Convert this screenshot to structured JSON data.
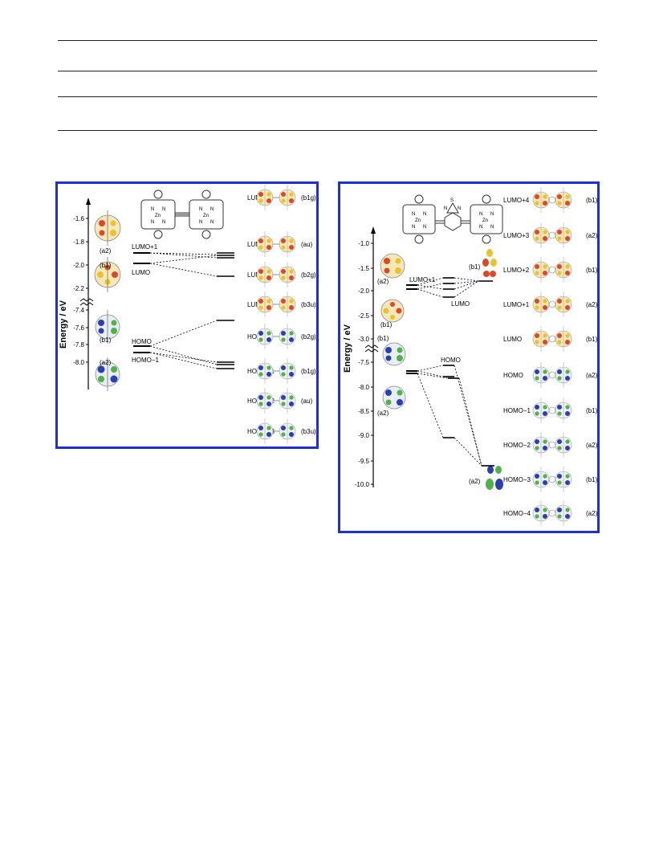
{
  "panel_a": {
    "axis_title": "Energy / eV",
    "tick_labels": [
      "-1.6",
      "-1.8",
      "-2.0",
      "-2.2",
      "-7.4",
      "-7.6",
      "-7.8",
      "-8.0"
    ],
    "monomer_orbitals": [
      {
        "sym": "(a2)"
      },
      {
        "sym": "(b1)"
      },
      {
        "sym": "(b1)"
      },
      {
        "sym": "(a2)"
      }
    ],
    "level_labels": [
      "LUMO+1",
      "LUMO",
      "HOMO",
      "HOMO−1"
    ],
    "orbitals": [
      {
        "name": "LUMO+3",
        "sym": "(b1g)"
      },
      {
        "name": "LUMO+2",
        "sym": "(au)"
      },
      {
        "name": "LUMO+1",
        "sym": "(b2g)"
      },
      {
        "name": "LUMO",
        "sym": "(b3u)"
      },
      {
        "name": "HOMO",
        "sym": "(b2g)"
      },
      {
        "name": "HOMO−1",
        "sym": "(b1g)"
      },
      {
        "name": "HOMO−2",
        "sym": "(au)"
      },
      {
        "name": "HOMO−3",
        "sym": "(b3u)"
      }
    ],
    "structure_atoms": [
      "N",
      "N",
      "Zn",
      "N",
      "N",
      "N",
      "N",
      "Zn",
      "N",
      "N"
    ]
  },
  "panel_b": {
    "axis_title": "Energy / eV",
    "tick_labels": [
      "-1.0",
      "-1.5",
      "-2.0",
      "-2.5",
      "-3.0",
      "-7.5",
      "-8.0",
      "-8.5",
      "-9.0",
      "-9.5",
      "-10.0"
    ],
    "monomer_orbitals": [
      {
        "sym": "(a2)"
      },
      {
        "sym": "(b1)"
      },
      {
        "sym": "(b1)"
      },
      {
        "sym": "(a2)"
      }
    ],
    "bridge_orbitals": [
      {
        "sym": "(b1)"
      },
      {
        "sym": "(a2)"
      }
    ],
    "level_labels": [
      "LUMO+1",
      "LUMO",
      "HOMO"
    ],
    "orbitals": [
      {
        "name": "LUMO+4",
        "sym": "(b1)"
      },
      {
        "name": "LUMO+3",
        "sym": "(a2)"
      },
      {
        "name": "LUMO+2",
        "sym": "(b1)"
      },
      {
        "name": "LUMO+1",
        "sym": "(a2)"
      },
      {
        "name": "LUMO",
        "sym": "(b1)"
      },
      {
        "name": "HOMO",
        "sym": "(a2)"
      },
      {
        "name": "HOMO−1",
        "sym": "(b1)"
      },
      {
        "name": "HOMO−2",
        "sym": "(a2)"
      },
      {
        "name": "HOMO−3",
        "sym": "(b1)"
      },
      {
        "name": "HOMO−4",
        "sym": "(a2)"
      }
    ],
    "structure_atoms": [
      "N",
      "N",
      "Zn",
      "N",
      "N",
      "N",
      "S",
      "N",
      "N",
      "N",
      "Zn",
      "N",
      "N"
    ]
  }
}
